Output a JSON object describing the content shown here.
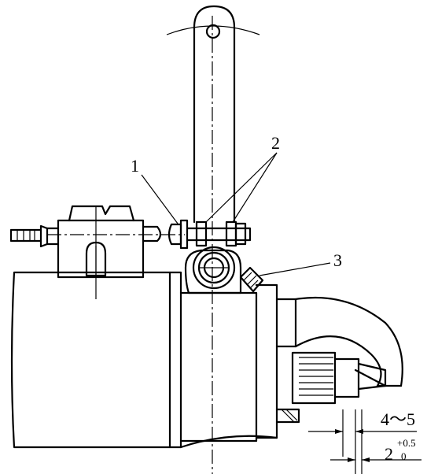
{
  "callouts": {
    "part1": "1",
    "part2": "2",
    "part3": "3"
  },
  "dimensions": {
    "gap_range": "4～5",
    "clearance_base": "2",
    "clearance_upper": "+0.5",
    "clearance_lower": "0"
  }
}
